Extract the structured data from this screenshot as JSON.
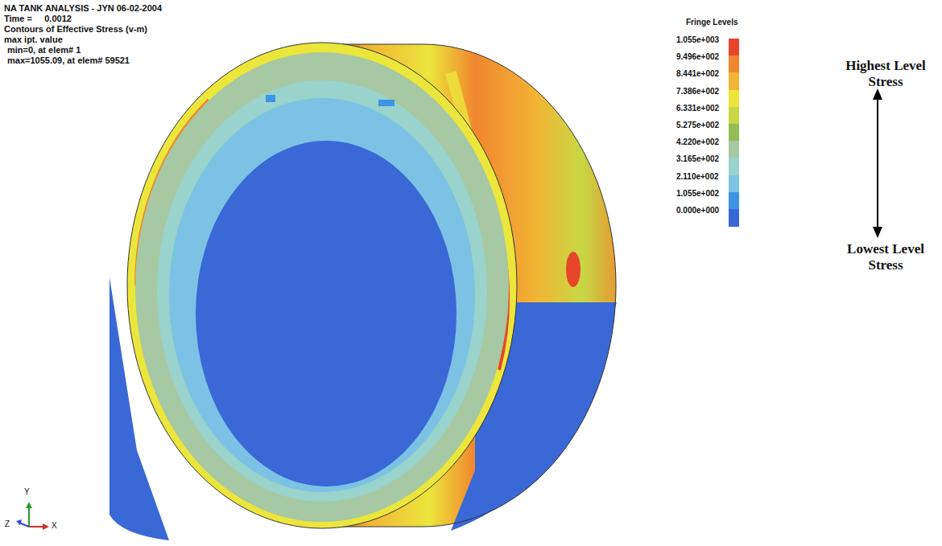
{
  "diagram": {
    "title": "NA TANK ANALYSIS - JYN 06-02-2004",
    "labels": [
      "Time =     0.0012",
      "Contours of Effective Stress (v-m)",
      "max ipt. value",
      "min=0, at elem# 1",
      "max=1055.09, at elem# 59521",
      "Fringe Levels",
      "Highest Level Stress",
      "Lowest Level Stress",
      "Y",
      "Z",
      "X"
    ],
    "legend": [
      {
        "text": "1.055e+003",
        "color": "#e8442c"
      },
      {
        "text": "9.496e+002",
        "color": "#f0862e"
      },
      {
        "text": "8.441e+002",
        "color": "#f2b434"
      },
      {
        "text": "7.386e+002",
        "color": "#ece63c"
      },
      {
        "text": "6.331e+002",
        "color": "#c6d844"
      },
      {
        "text": "5.275e+002",
        "color": "#94bc54"
      },
      {
        "text": "4.220e+002",
        "color": "#a6c8a2"
      },
      {
        "text": "3.165e+002",
        "color": "#9ad2cc"
      },
      {
        "text": "2.110e+002",
        "color": "#7cc2e4"
      },
      {
        "text": "1.055e+002",
        "color": "#3c94e4"
      },
      {
        "text": "0.000e+000",
        "color": "#3a68d6"
      }
    ]
  }
}
